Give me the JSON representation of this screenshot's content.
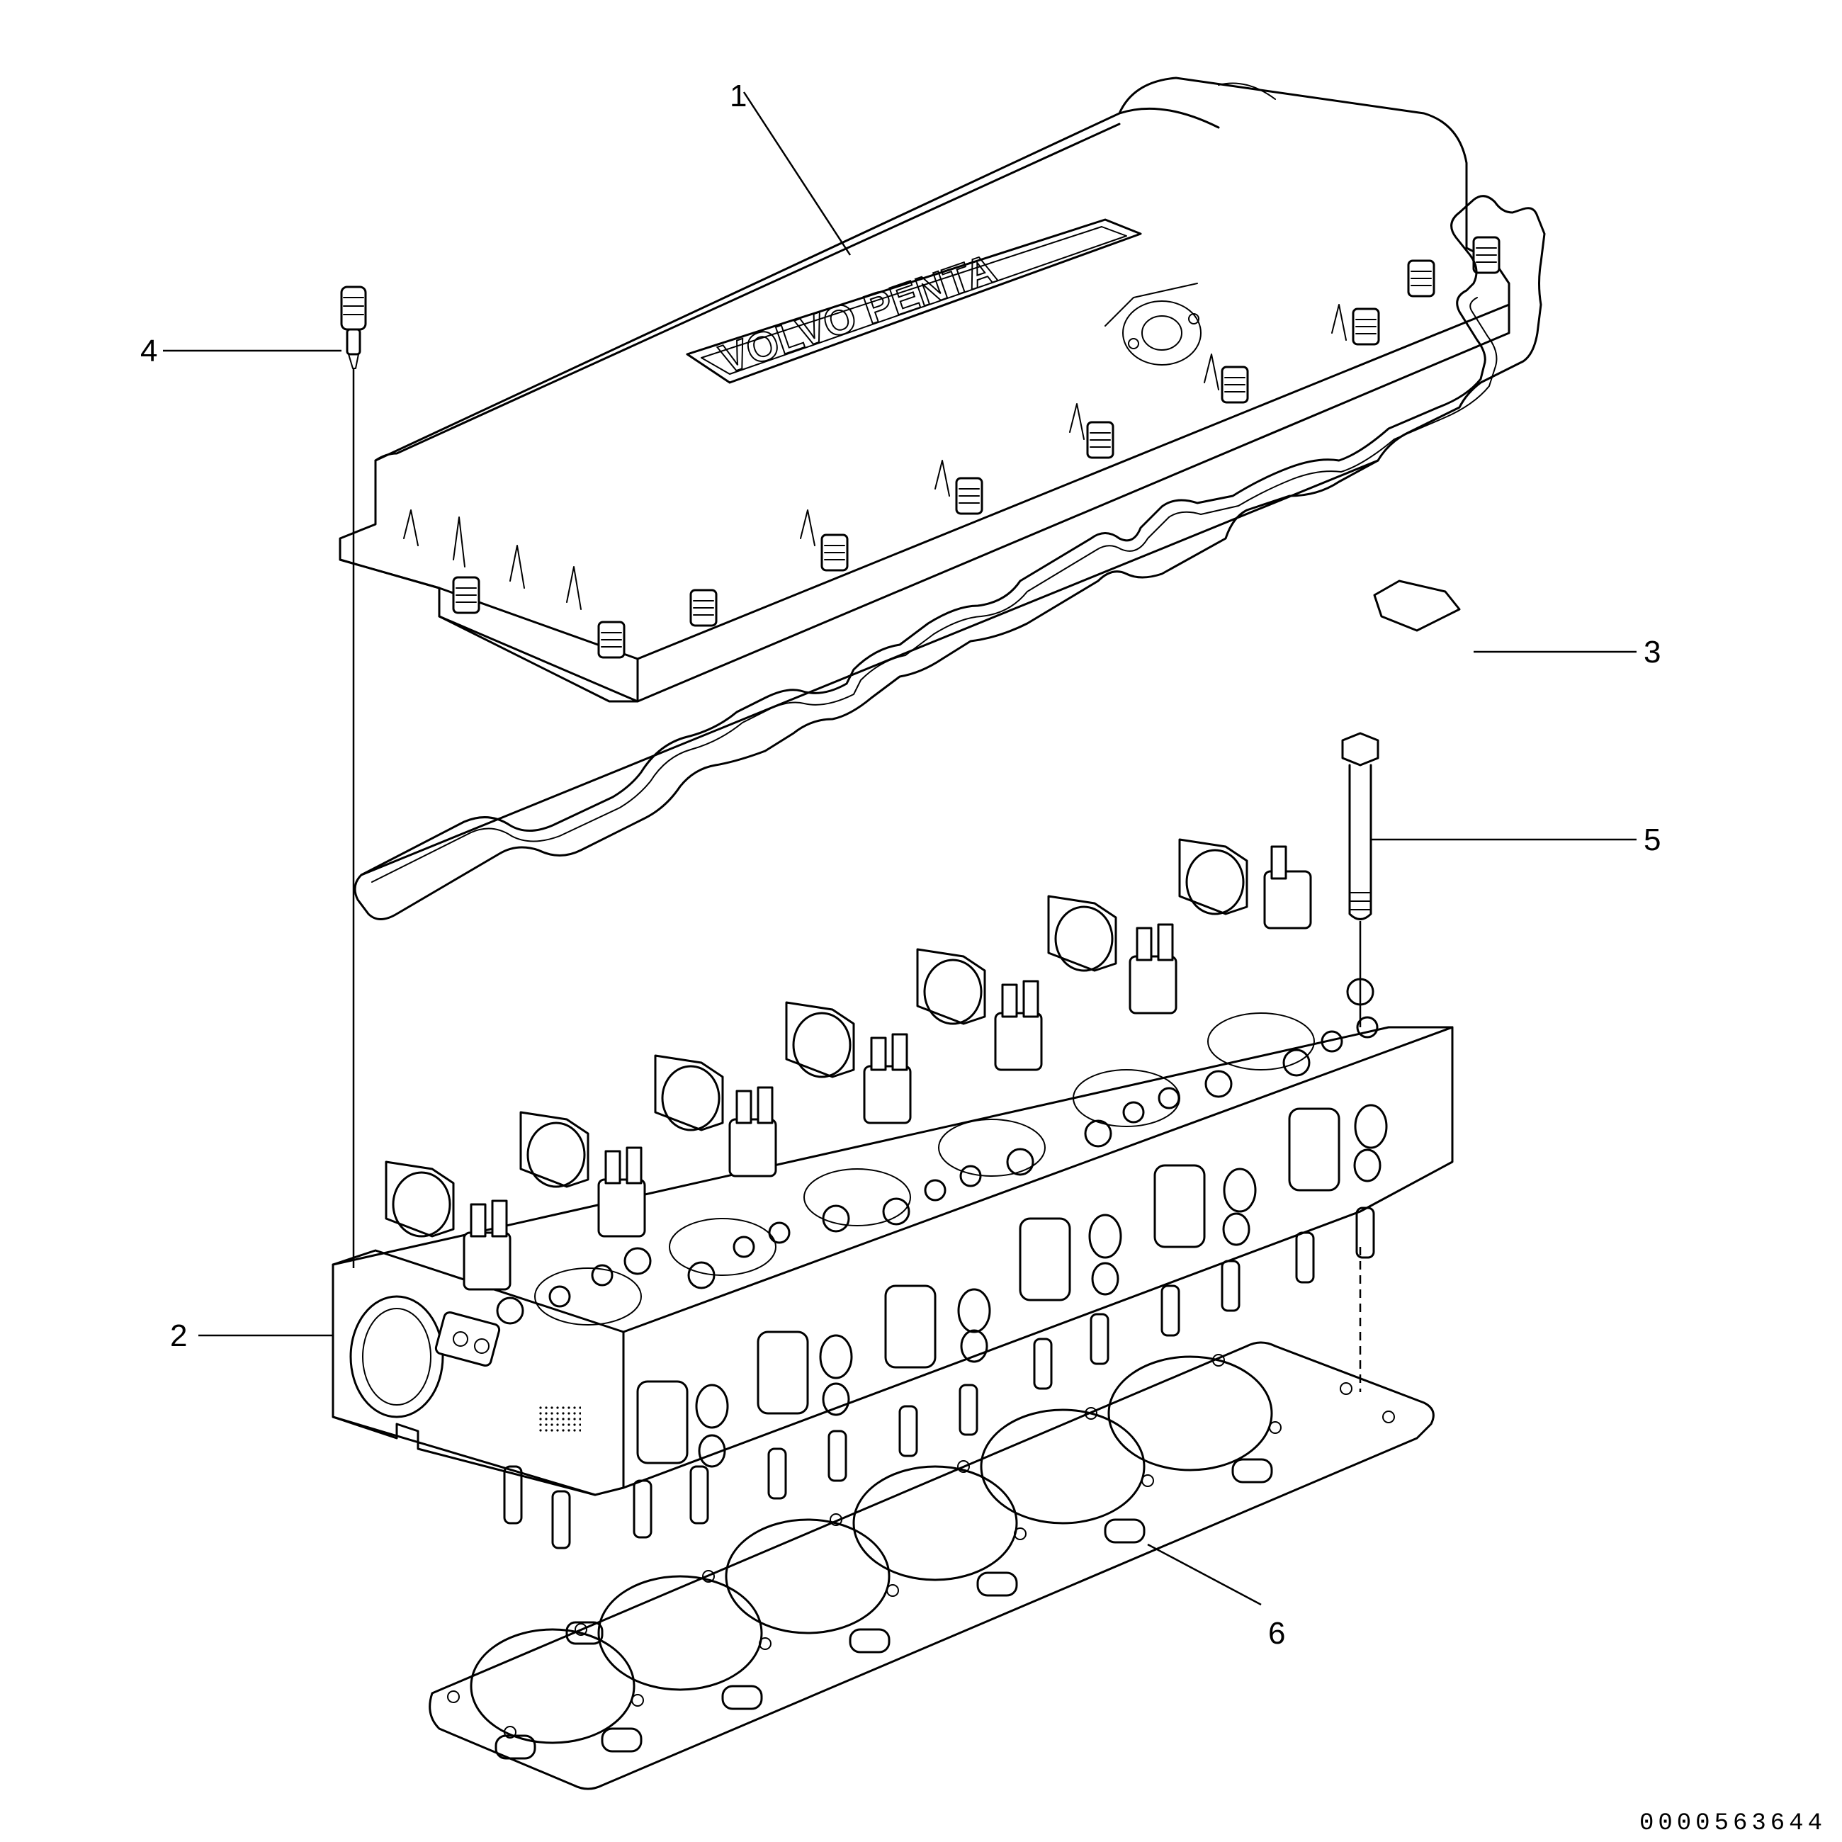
{
  "diagram": {
    "callouts": [
      {
        "id": "1",
        "label": "1"
      },
      {
        "id": "2",
        "label": "2"
      },
      {
        "id": "3",
        "label": "3"
      },
      {
        "id": "4",
        "label": "4"
      },
      {
        "id": "5",
        "label": "5"
      },
      {
        "id": "6",
        "label": "6"
      }
    ],
    "cover_brand_text": "VOLVO PENTA",
    "drawing_id": "0000563644"
  }
}
